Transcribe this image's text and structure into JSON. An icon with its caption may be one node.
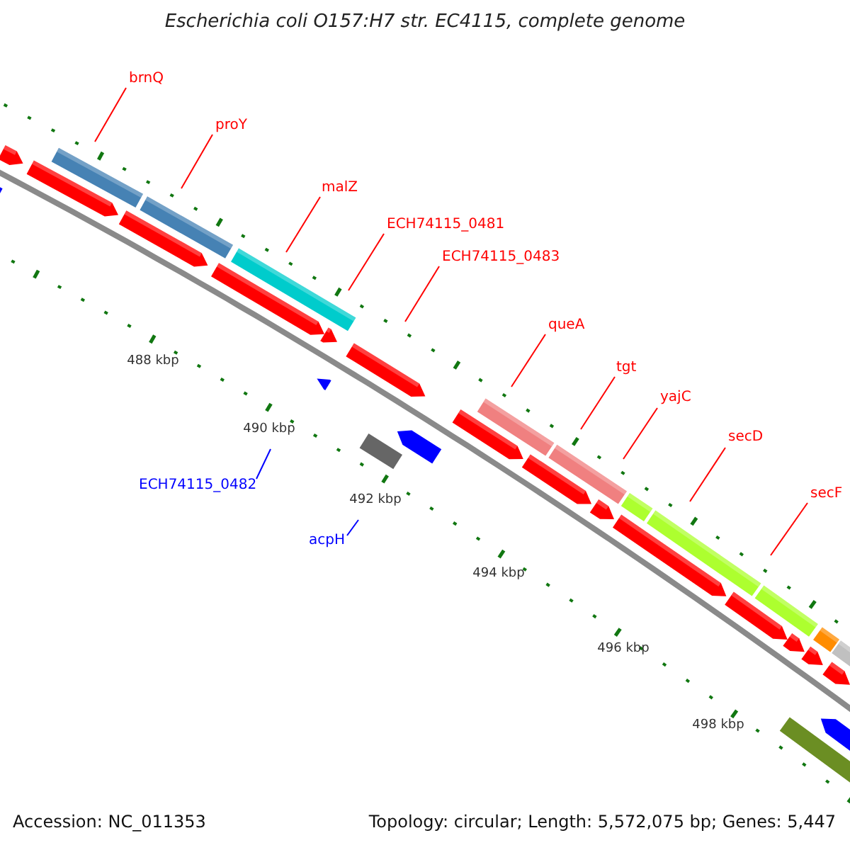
{
  "diagram": {
    "title": "Escherichia coli O157:H7 str. EC4115, complete genome",
    "nodes": [
      {
        "text": [
          "brnQ"
        ]
      },
      {
        "text": [
          "proY"
        ]
      },
      {
        "text": [
          "malZ"
        ]
      },
      {
        "text": [
          "ECH74115_0481"
        ]
      },
      {
        "text": [
          "ECH74115_0483"
        ]
      },
      {
        "text": [
          "queA"
        ]
      },
      {
        "text": [
          "tgt"
        ]
      },
      {
        "text": [
          "yajC"
        ]
      },
      {
        "text": [
          "secD"
        ]
      },
      {
        "text": [
          "secF"
        ]
      },
      {
        "text": [
          "ECH74115_0482"
        ]
      },
      {
        "text": [
          "acpH"
        ]
      }
    ],
    "edges": [
      {
        "from": 0,
        "to": null,
        "arrow": "none"
      },
      {
        "from": 1,
        "to": null,
        "arrow": "none"
      },
      {
        "from": 2,
        "to": null,
        "arrow": "none"
      },
      {
        "from": 3,
        "to": null,
        "arrow": "none"
      },
      {
        "from": 4,
        "to": null,
        "arrow": "none"
      },
      {
        "from": 5,
        "to": null,
        "arrow": "none"
      },
      {
        "from": 6,
        "to": null,
        "arrow": "none"
      },
      {
        "from": 7,
        "to": null,
        "arrow": "none"
      },
      {
        "from": 8,
        "to": null,
        "arrow": "none"
      },
      {
        "from": 9,
        "to": null,
        "arrow": "none"
      },
      {
        "from": 10,
        "to": null,
        "arrow": "none",
        "color": "#0000ff"
      },
      {
        "from": 11,
        "to": null,
        "arrow": "none",
        "color": "#0000ff"
      }
    ],
    "labels": [
      "488 kbp",
      "490 kbp",
      "492 kbp",
      "494 kbp",
      "496 kbp",
      "498 kbp",
      "Accession: NC_011353",
      "Topology: circular; Length: 5,572,075 bp; Genes: 5,447"
    ]
  }
}
